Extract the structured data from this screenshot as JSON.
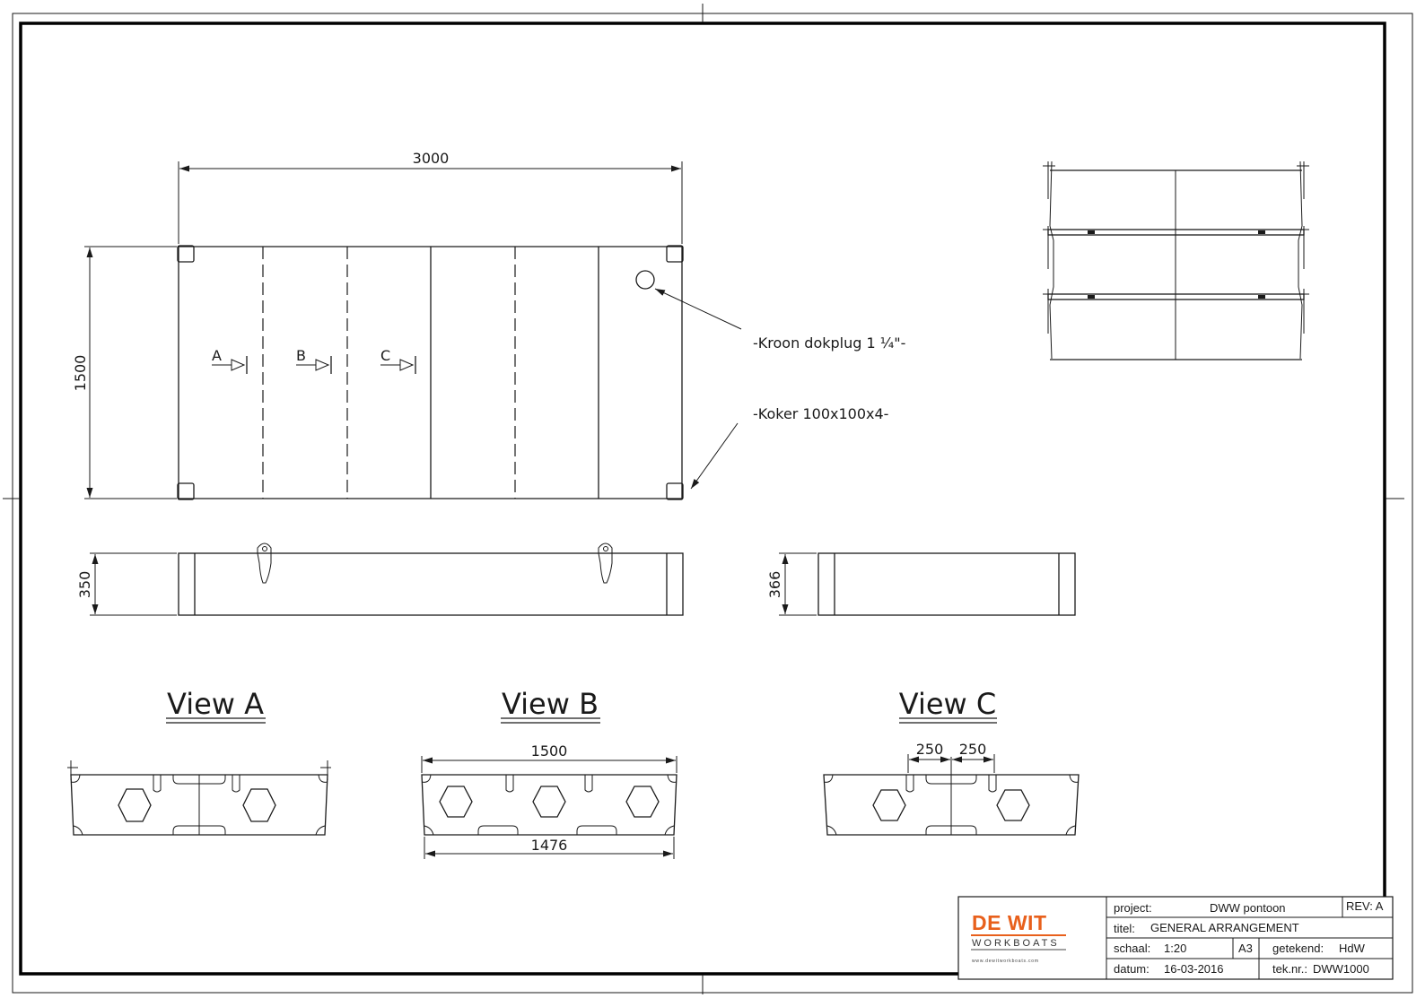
{
  "plan_view": {
    "length_label": "3000",
    "width_label": "1500",
    "section_markers": [
      "A",
      "B",
      "C"
    ],
    "note_plug": "-Kroon dokplug 1 ¼\"-",
    "note_tube": "-Koker 100x100x4-"
  },
  "side_view": {
    "height_label": "350"
  },
  "end_view": {
    "height_label": "366"
  },
  "view_a": {
    "title": "View A"
  },
  "view_b": {
    "title": "View B",
    "top_dim": "1500",
    "bottom_dim": "1476"
  },
  "view_c": {
    "title": "View C",
    "dim_left": "250",
    "dim_right": "250"
  },
  "title_block": {
    "logo_main": "DE WIT",
    "logo_sub": "WORKBOATS",
    "logo_url": "www.dewitworkboats.com",
    "project_label": "project:",
    "project_value": "DWW pontoon",
    "rev_label": "REV: A",
    "title_label": "titel:",
    "title_value": "GENERAL ARRANGEMENT",
    "scale_label": "schaal:",
    "scale_value": "1:20",
    "format_value": "A3",
    "drawn_label": "getekend:",
    "drawn_value": "HdW",
    "date_label": "datum:",
    "date_value": "16-03-2016",
    "drawing_no_label": "tek.nr.:",
    "drawing_no_value": "DWW1000"
  },
  "colors": {
    "line": "#1a1a1a",
    "brand": "#e8601c"
  }
}
